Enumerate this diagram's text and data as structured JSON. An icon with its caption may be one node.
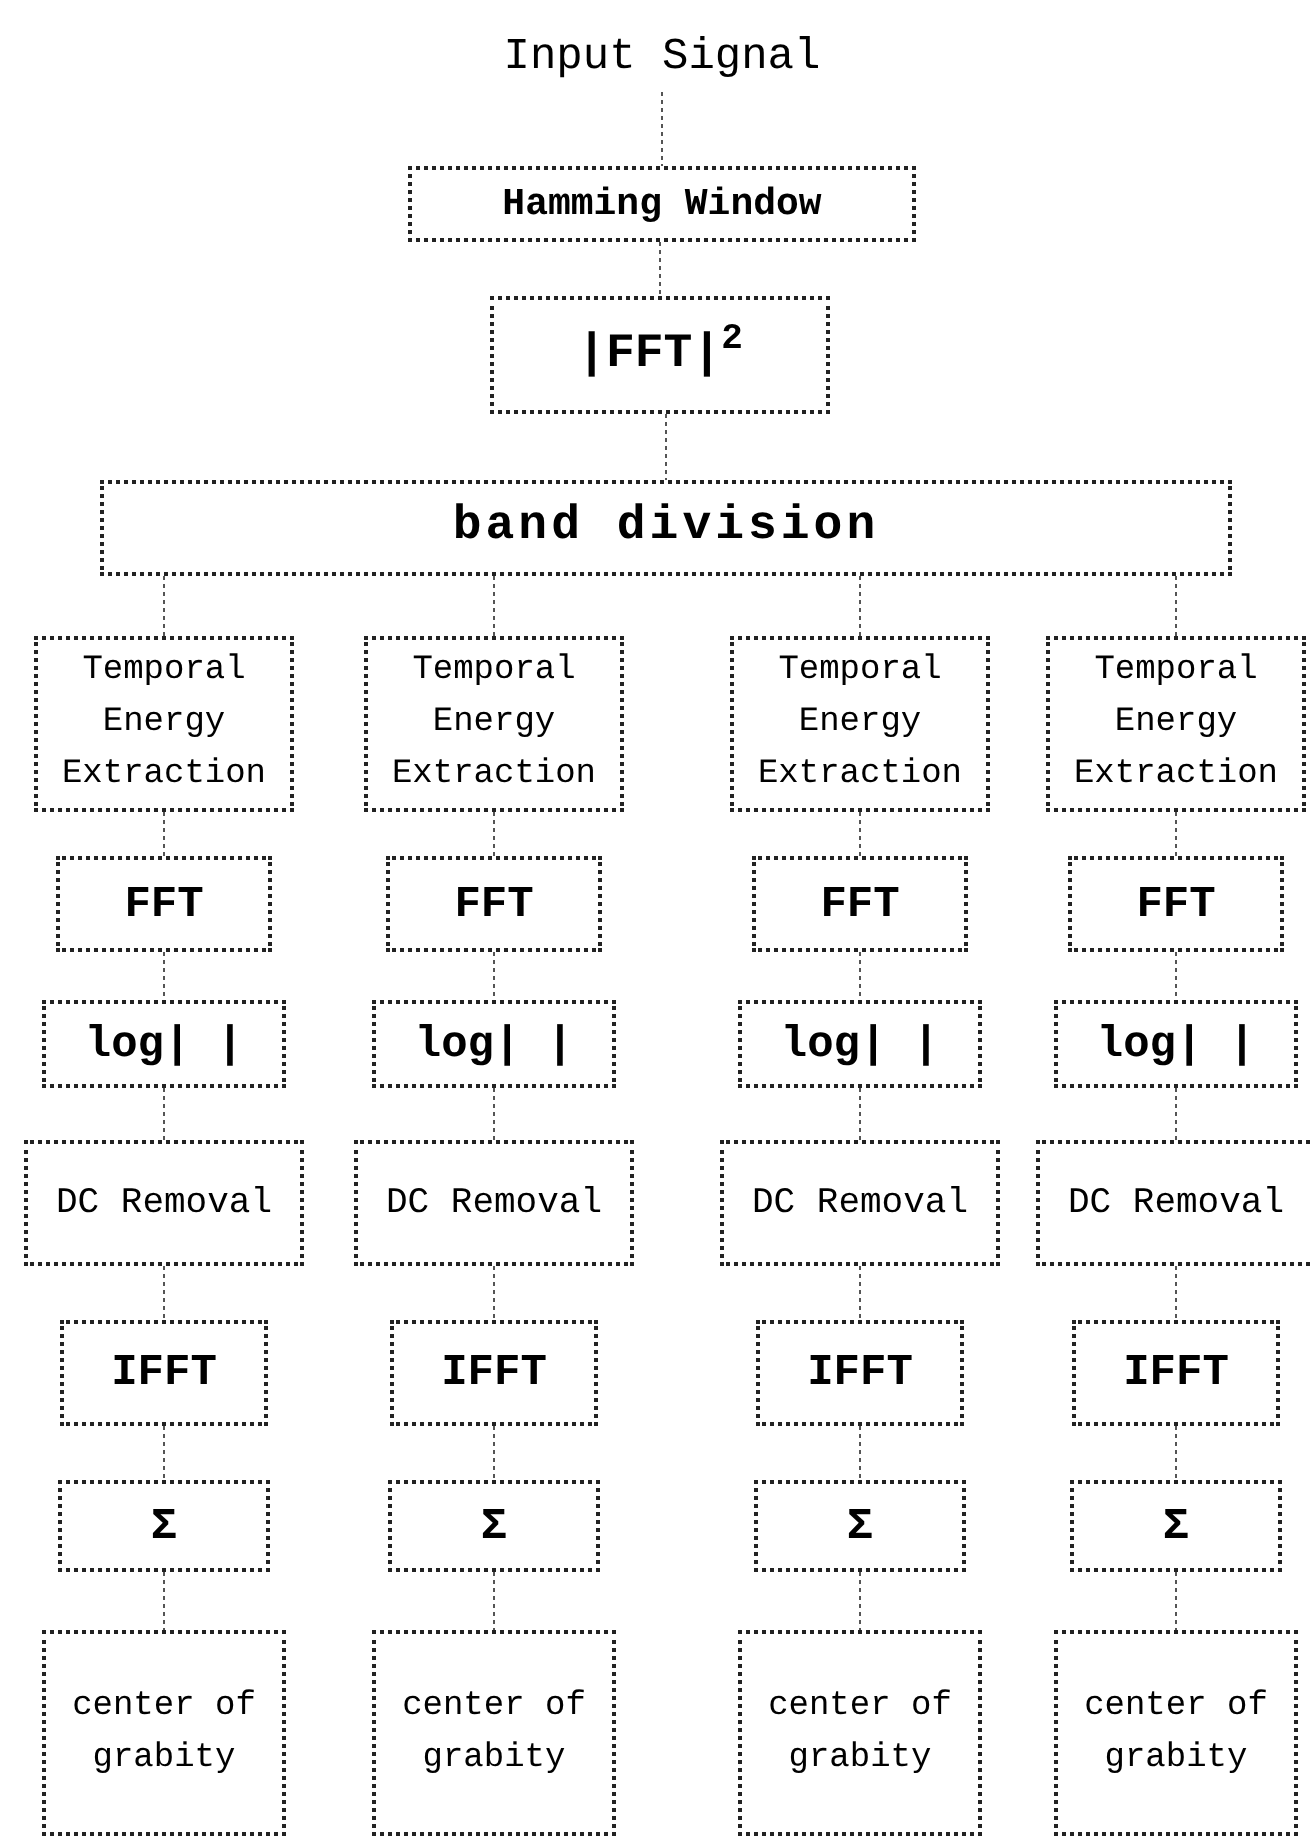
{
  "diagram": {
    "nodes": [
      {
        "text": [
          "Input Signal"
        ]
      },
      {
        "text": [
          "Hamming Window"
        ]
      },
      {
        "text": [
          "|FFT|$^{2}$"
        ]
      },
      {
        "text": [
          "band division"
        ]
      },
      {
        "text": [
          "Temporal Energy Extraction"
        ]
      },
      {
        "text": [
          "Temporal Energy Extraction"
        ]
      },
      {
        "text": [
          "Temporal Energy Extraction"
        ]
      },
      {
        "text": [
          "Temporal Energy Extraction"
        ]
      },
      {
        "text": [
          "FFT"
        ]
      },
      {
        "text": [
          "FFT"
        ]
      },
      {
        "text": [
          "FFT"
        ]
      },
      {
        "text": [
          "FFT"
        ]
      },
      {
        "text": [
          "log| |"
        ]
      },
      {
        "text": [
          "log| |"
        ]
      },
      {
        "text": [
          "log| |"
        ]
      },
      {
        "text": [
          "log| |"
        ]
      },
      {
        "text": [
          "DC Removal"
        ]
      },
      {
        "text": [
          "DC Removal"
        ]
      },
      {
        "text": [
          "DC Removal"
        ]
      },
      {
        "text": [
          "DC Removal"
        ]
      },
      {
        "text": [
          "IFFT"
        ]
      },
      {
        "text": [
          "IFFT"
        ]
      },
      {
        "text": [
          "IFFT"
        ]
      },
      {
        "text": [
          "IFFT"
        ]
      },
      {
        "text": [
          "Σ"
        ]
      },
      {
        "text": [
          "Σ"
        ]
      },
      {
        "text": [
          "Σ"
        ]
      },
      {
        "text": [
          "Σ"
        ]
      },
      {
        "text": [
          "center of grabity"
        ]
      },
      {
        "text": [
          "center of grabity"
        ]
      },
      {
        "text": [
          "center of grabity"
        ]
      },
      {
        "text": [
          "center of grabity"
        ]
      }
    ],
    "edges": [
      {
        "from": 0,
        "to": 1,
        "arrow": "none",
        "style": "dashed"
      },
      {
        "from": 1,
        "to": 2,
        "arrow": "none",
        "style": "dashed"
      },
      {
        "from": 2,
        "to": 3,
        "arrow": "none",
        "style": "dashed"
      },
      {
        "from": 3,
        "to": 4,
        "arrow": "none",
        "style": "dashed"
      },
      {
        "from": 3,
        "to": 5,
        "arrow": "none",
        "style": "dashed"
      },
      {
        "from": 3,
        "to": 6,
        "arrow": "none",
        "style": "dashed"
      },
      {
        "from": 3,
        "to": 7,
        "arrow": "none",
        "style": "dashed"
      },
      {
        "from": 4,
        "to": 8,
        "arrow": "none",
        "style": "dashed"
      },
      {
        "from": 5,
        "to": 9,
        "arrow": "none",
        "style": "dashed"
      },
      {
        "from": 6,
        "to": 10,
        "arrow": "none",
        "style": "dashed"
      },
      {
        "from": 7,
        "to": 11,
        "arrow": "none",
        "style": "dashed"
      },
      {
        "from": 8,
        "to": 12,
        "arrow": "none",
        "style": "dashed"
      },
      {
        "from": 9,
        "to": 13,
        "arrow": "none",
        "style": "dashed"
      },
      {
        "from": 10,
        "to": 14,
        "arrow": "none",
        "style": "dashed"
      },
      {
        "from": 11,
        "to": 15,
        "arrow": "none",
        "style": "dashed"
      },
      {
        "from": 12,
        "to": 16,
        "arrow": "none",
        "style": "dashed"
      },
      {
        "from": 13,
        "to": 17,
        "arrow": "none",
        "style": "dashed"
      },
      {
        "from": 14,
        "to": 18,
        "arrow": "none",
        "style": "dashed"
      },
      {
        "from": 15,
        "to": 19,
        "arrow": "none",
        "style": "dashed"
      },
      {
        "from": 16,
        "to": 20,
        "arrow": "none",
        "style": "dashed"
      },
      {
        "from": 17,
        "to": 21,
        "arrow": "none",
        "style": "dashed"
      },
      {
        "from": 18,
        "to": 22,
        "arrow": "none",
        "style": "dashed"
      },
      {
        "from": 19,
        "to": 23,
        "arrow": "none",
        "style": "dashed"
      },
      {
        "from": 20,
        "to": 24,
        "arrow": "none",
        "style": "dashed"
      },
      {
        "from": 21,
        "to": 25,
        "arrow": "none",
        "style": "dashed"
      },
      {
        "from": 22,
        "to": 26,
        "arrow": "none",
        "style": "dashed"
      },
      {
        "from": 23,
        "to": 27,
        "arrow": "none",
        "style": "dashed"
      },
      {
        "from": 24,
        "to": 28,
        "arrow": "none",
        "style": "dashed"
      },
      {
        "from": 25,
        "to": 29,
        "arrow": "none",
        "style": "dashed"
      },
      {
        "from": 26,
        "to": 30,
        "arrow": "none",
        "style": "dashed"
      },
      {
        "from": 27,
        "to": 31,
        "arrow": "none",
        "style": "dashed"
      }
    ]
  }
}
